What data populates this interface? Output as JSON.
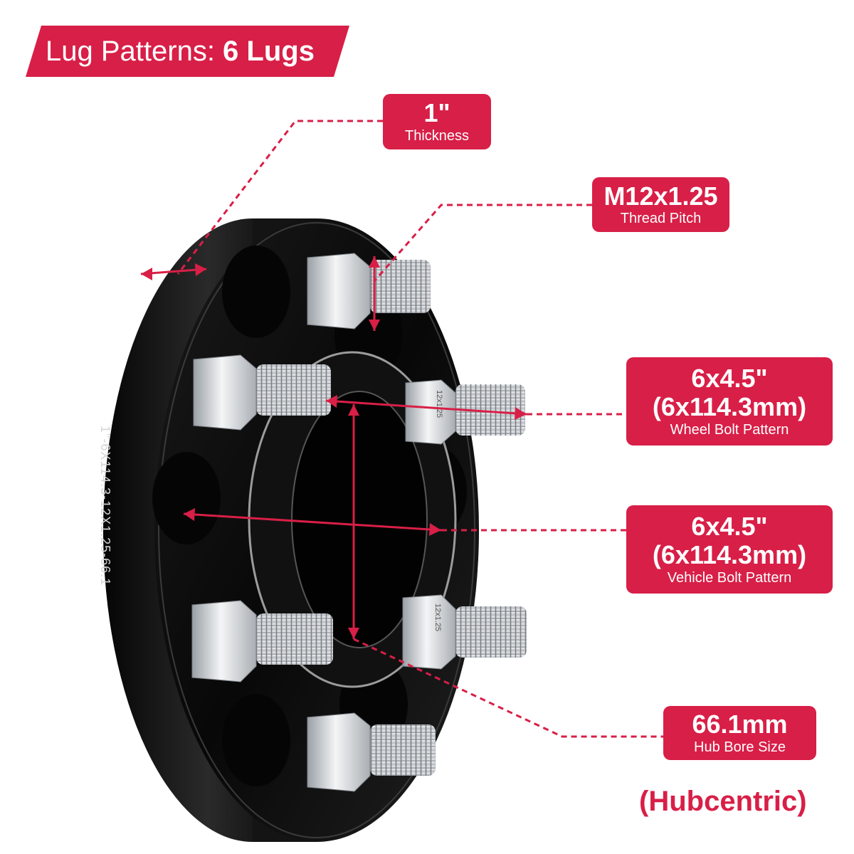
{
  "banner": {
    "prefix": "Lug Patterns: ",
    "emphasis": "6 Lugs"
  },
  "thickness": {
    "value": "1\"",
    "caption": "Thickness"
  },
  "thread": {
    "value": "M12x1.25",
    "caption": "Thread Pitch"
  },
  "wheel_pattern": {
    "value_in": "6x4.5\"",
    "value_mm": "(6x114.3mm)",
    "caption": "Wheel Bolt Pattern"
  },
  "vehicle_pattern": {
    "value_in": "6x4.5\"",
    "value_mm": "(6x114.3mm)",
    "caption": "Vehicle Bolt Pattern"
  },
  "hub_bore": {
    "value": "66.1mm",
    "caption": "Hub Bore Size"
  },
  "hubcentric": "(Hubcentric)",
  "spacer_marking": "1\"-6X114.3-12X1.25-66.1",
  "stud_marking": "12x1.25",
  "colors": {
    "accent": "#d81f47",
    "spacer": "#111111",
    "steel": "#c9cdd1"
  }
}
